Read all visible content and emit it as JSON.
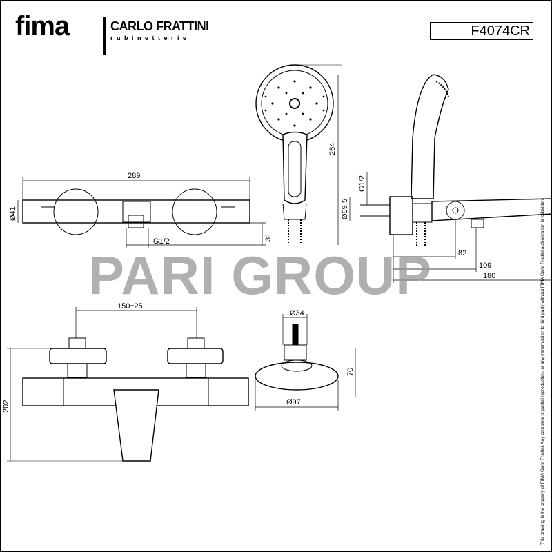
{
  "brand": {
    "logo_main": "fima",
    "logo_sub": "CARLO FRATTINI",
    "logo_tagline": "rubinetterie"
  },
  "product_code": "F4074CR",
  "watermark": "PARI GROUP",
  "legal_notice": "This drawing is the property of FIMA Carlo Frattini. Any complete or partial reproduction, or any transmission to third party without FIMA Carlo Frattini authorization is forbidden.",
  "dimensions": {
    "top_view": {
      "width": "289",
      "diameter": "Ø41",
      "connection": "G1/2",
      "offset": "31"
    },
    "hand_shower": {
      "length": "264"
    },
    "side_view": {
      "connection": "G1/2",
      "diameter": "Ø69.5",
      "d1": "82",
      "d2": "109",
      "d3": "180"
    },
    "front_view": {
      "centers": "150±25",
      "height": "202"
    },
    "shower_head": {
      "stem": "Ø34",
      "height": "70",
      "diameter": "Ø97"
    }
  }
}
